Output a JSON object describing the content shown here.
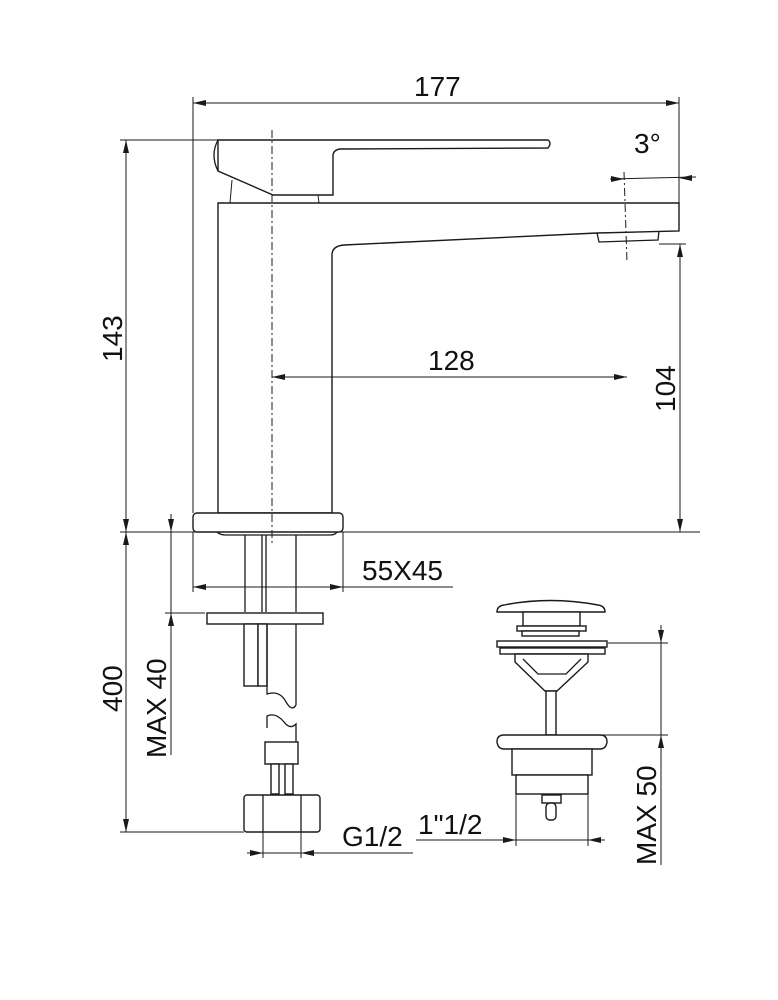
{
  "drawing": {
    "title": "Basin mixer technical dimension drawing",
    "line_color": "#1a1a1a",
    "background": "#ffffff",
    "dimensions": {
      "overall_width": "177",
      "spout_angle": "3°",
      "overall_height": "143",
      "spout_reach": "128",
      "spout_height": "104",
      "base_size": "55X45",
      "hose_length": "400",
      "max_deck_thickness": "MAX 40",
      "hose_connection": "G1/2",
      "waste_thread": "1\"1/2",
      "max_waste_thickness": "MAX 50"
    },
    "parts": [
      "mixer-body",
      "lever-handle",
      "spout",
      "base-plate",
      "fixing-plate",
      "threaded-rod",
      "flexible-hose",
      "hose-nut",
      "pop-up-waste"
    ]
  }
}
